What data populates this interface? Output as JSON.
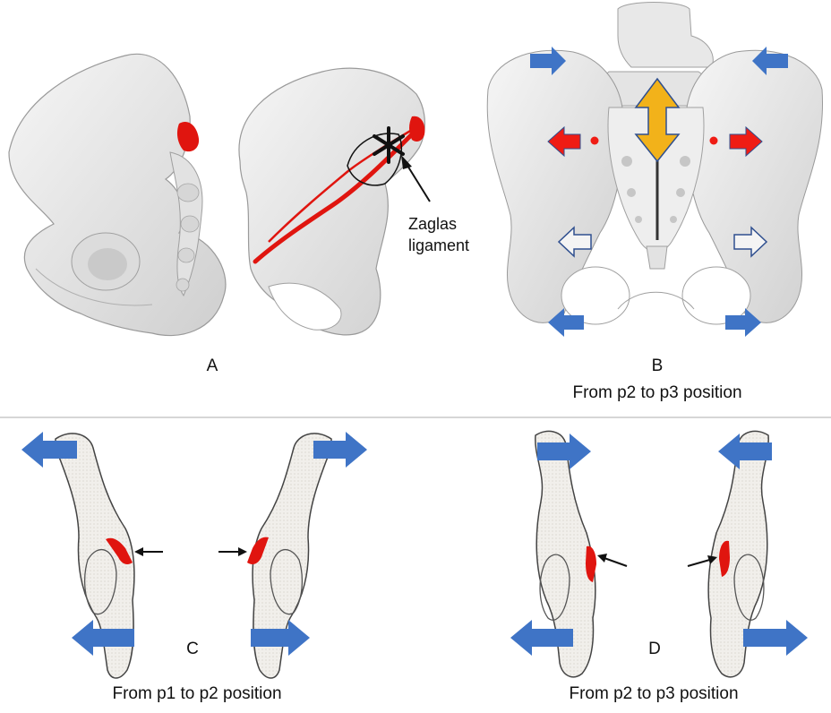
{
  "panels": {
    "a": {
      "letter": "A",
      "annotation_line1": "Zaglas",
      "annotation_line2": "ligament"
    },
    "b": {
      "letter": "B",
      "caption": "From p2 to p3 position"
    },
    "c": {
      "letter": "C",
      "caption": "From p1 to p2 position"
    },
    "d": {
      "letter": "D",
      "caption": "From p2 to p3 position"
    }
  },
  "colors": {
    "bone": "#e9e9e9",
    "bone_shadow": "#b9b9b9",
    "ligament": "#e0150f",
    "arrow_blue": "#3f74c6",
    "arrow_red": "#ef1c14",
    "arrow_orange": "#f2b21a",
    "arrow_outline": "#2f4f8f",
    "divider": "#c8c8c8"
  }
}
